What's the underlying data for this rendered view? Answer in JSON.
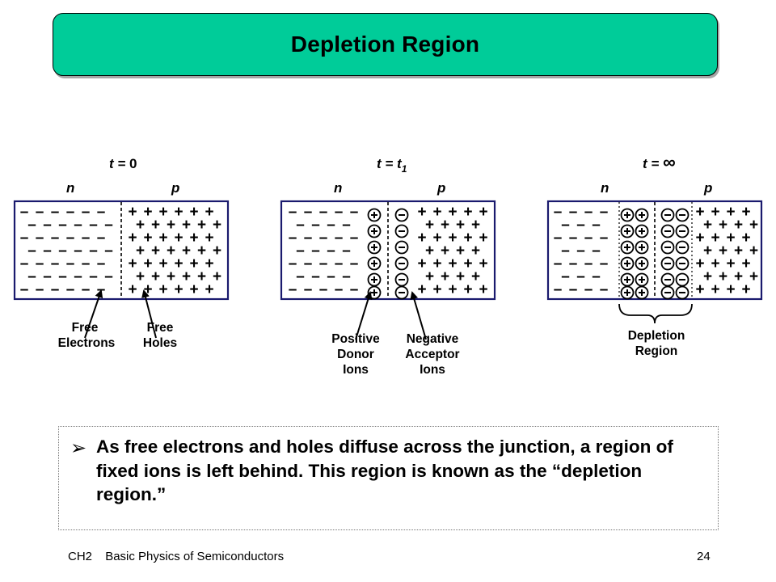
{
  "title": "Depletion Region",
  "panels": [
    {
      "time_prefix": "t = ",
      "time_value": "0",
      "time_sub": "",
      "n_label": "n",
      "p_label": "p"
    },
    {
      "time_prefix": "t = ",
      "time_value": "t",
      "time_sub": "1",
      "n_label": "n",
      "p_label": "p"
    },
    {
      "time_prefix": "t = ",
      "time_value": "∞",
      "time_sub": "",
      "n_label": "n",
      "p_label": "p"
    }
  ],
  "captions": {
    "free_electrons": [
      "Free",
      "Electrons"
    ],
    "free_holes": [
      "Free",
      "Holes"
    ],
    "positive_donor_ions": [
      "Positive",
      "Donor",
      "Ions"
    ],
    "negative_acceptor_ions": [
      "Negative",
      "Acceptor",
      "Ions"
    ],
    "depletion_region": [
      "Depletion",
      "Region"
    ]
  },
  "symbols": {
    "electron": "–",
    "hole": "+",
    "positive_ion": "+",
    "negative_ion": "–"
  },
  "bullet": {
    "marker": "➢",
    "text": "As free electrons and holes diffuse across the junction, a region of fixed ions is left behind.  This region is known as the “depletion region.”"
  },
  "footer": {
    "chapter": "CH2",
    "course": "Basic Physics of Semiconductors",
    "page_number": "24"
  }
}
